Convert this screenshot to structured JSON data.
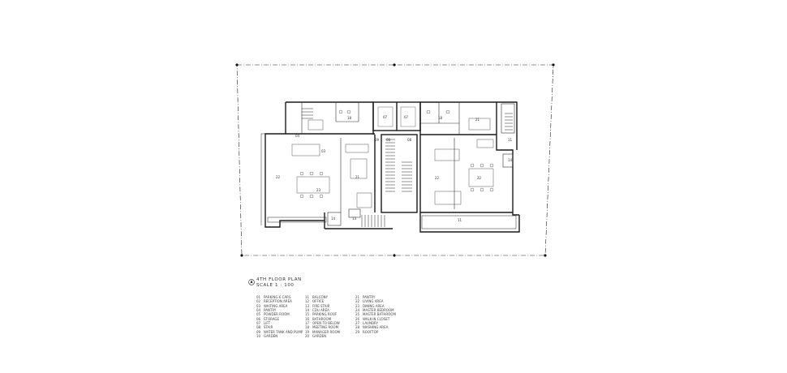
{
  "plan_title": "4TH FLOOR PLAN",
  "plan_scale": "SCALE 1 : 100",
  "icon": "north-arrow-icon",
  "room_labels": [
    "18",
    "07",
    "07",
    "18",
    "04",
    "21",
    "09",
    "08",
    "08",
    "03",
    "14",
    "22",
    "21",
    "22",
    "22",
    "23",
    "14",
    "13",
    "11",
    "11"
  ],
  "legend": {
    "col1": [
      {
        "num": "01",
        "text": "PARKING 6 CARS"
      },
      {
        "num": "02",
        "text": "RECEPTION AREA"
      },
      {
        "num": "03",
        "text": "WAITING AREA"
      },
      {
        "num": "04",
        "text": "PANTRY"
      },
      {
        "num": "05",
        "text": "POWDER ROOM"
      },
      {
        "num": "06",
        "text": "STORAGE"
      },
      {
        "num": "07",
        "text": "LIFT"
      },
      {
        "num": "08",
        "text": "STAIR"
      },
      {
        "num": "09",
        "text": "WATER TANK AND PUMP"
      },
      {
        "num": "10",
        "text": "GARDEN"
      }
    ],
    "col2": [
      {
        "num": "11",
        "text": "BALCONY"
      },
      {
        "num": "12",
        "text": "OFFICE"
      },
      {
        "num": "13",
        "text": "FIRE STAIR"
      },
      {
        "num": "14",
        "text": "CDU AREA"
      },
      {
        "num": "15",
        "text": "PARKING ROOF"
      },
      {
        "num": "16",
        "text": "BATHROOM"
      },
      {
        "num": "17",
        "text": "OPEN TO BELOW"
      },
      {
        "num": "18",
        "text": "MEETING ROOM"
      },
      {
        "num": "19",
        "text": "MANAGER ROOM"
      },
      {
        "num": "20",
        "text": "GARDEN"
      }
    ],
    "col3": [
      {
        "num": "21",
        "text": "PANTRY"
      },
      {
        "num": "22",
        "text": "LIVING AREA"
      },
      {
        "num": "23",
        "text": "DINING AREA"
      },
      {
        "num": "24",
        "text": "MASTER BEDROOM"
      },
      {
        "num": "25",
        "text": "MASTER BATHROOM"
      },
      {
        "num": "26",
        "text": "WALK-IN CLOSET"
      },
      {
        "num": "27",
        "text": "LAUNDRY"
      },
      {
        "num": "28",
        "text": "WASHING AREA"
      },
      {
        "num": "29",
        "text": "ROOFTOP"
      }
    ]
  },
  "colors": {
    "line": "#1a1a1a",
    "hatch": "#555555",
    "background": "#ffffff"
  }
}
